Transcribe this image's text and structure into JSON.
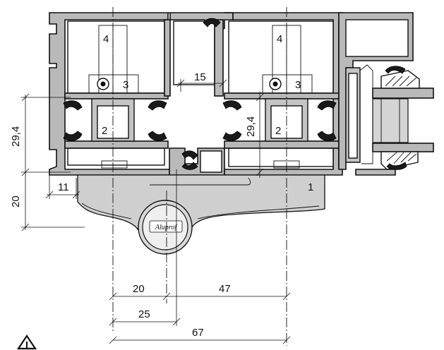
{
  "part_labels": {
    "p1": "1",
    "p2a": "2",
    "p2b": "2",
    "p3a": "3",
    "p3b": "3",
    "p4a": "4",
    "p4b": "4"
  },
  "dimensions": {
    "d15": "15",
    "d29_4_left": "29,4",
    "d29_4_mid": "29,4",
    "d20_left": "20",
    "d11": "11",
    "d20_bottom": "20",
    "d47": "47",
    "d25": "25",
    "d67": "67"
  },
  "handle_logo": "Aluprof",
  "colors": {
    "profile": "#b9b9b9",
    "outline": "#111111",
    "gasket": "#1a1a1a"
  },
  "icons": {
    "logo": "brand-logo-icon",
    "warning": "warning-triangle-icon"
  }
}
